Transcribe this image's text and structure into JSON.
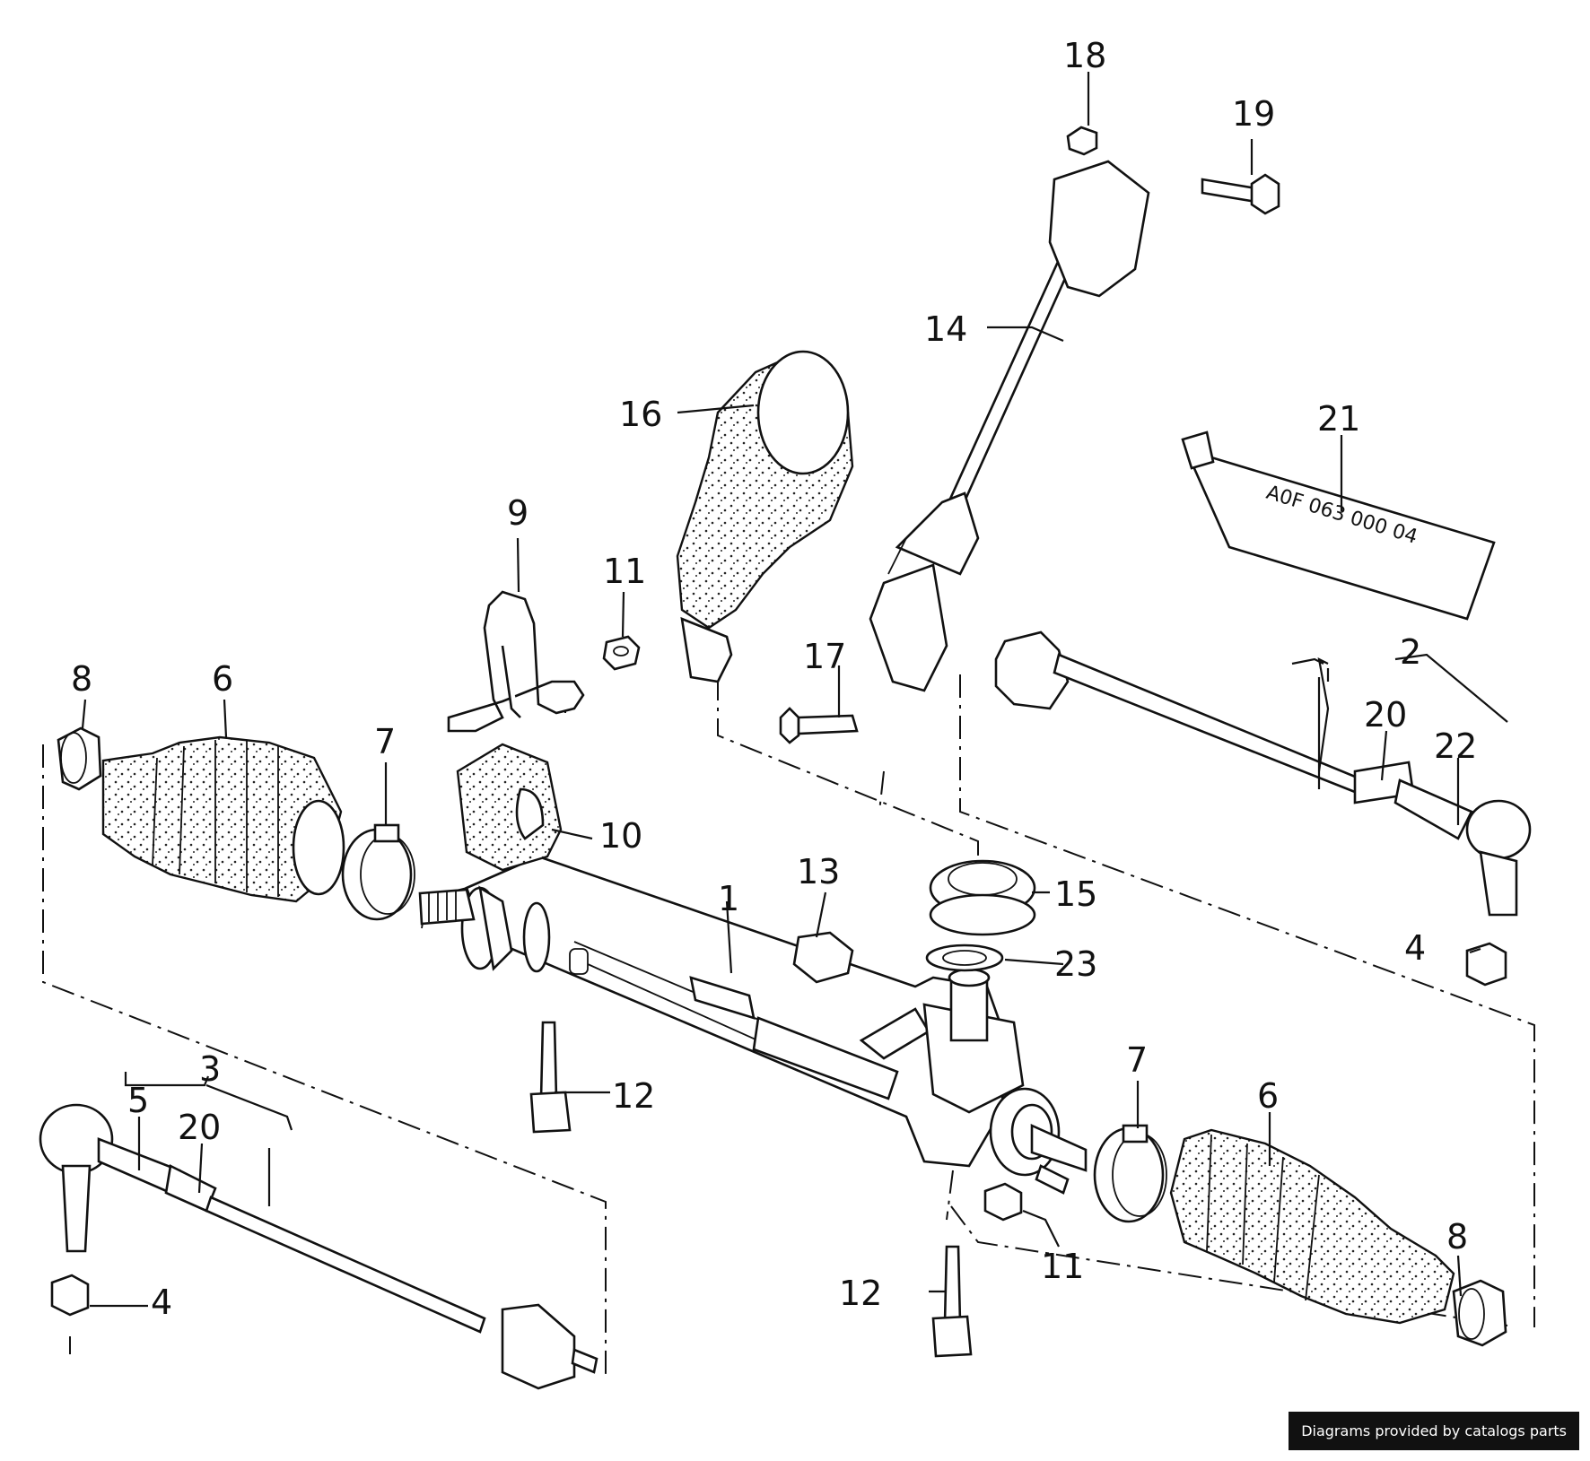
{
  "diagram": {
    "labels": {
      "l1": "1",
      "l2": "2",
      "l3": "3",
      "l4a": "4",
      "l4b": "4",
      "l5": "5",
      "l6a": "6",
      "l6b": "6",
      "l7a": "7",
      "l7b": "7",
      "l8a": "8",
      "l8b": "8",
      "l9": "9",
      "l10": "10",
      "l11a": "11",
      "l11b": "11",
      "l12a": "12",
      "l12b": "12",
      "l13": "13",
      "l14": "14",
      "l15": "15",
      "l16": "16",
      "l17": "17",
      "l18": "18",
      "l19": "19",
      "l20a": "20",
      "l20b": "20",
      "l21": "21",
      "l22": "22",
      "l23": "23"
    },
    "tube_marking": "A0F 063 000 04"
  },
  "footer": {
    "credit": "Diagrams provided by catalogs parts"
  }
}
